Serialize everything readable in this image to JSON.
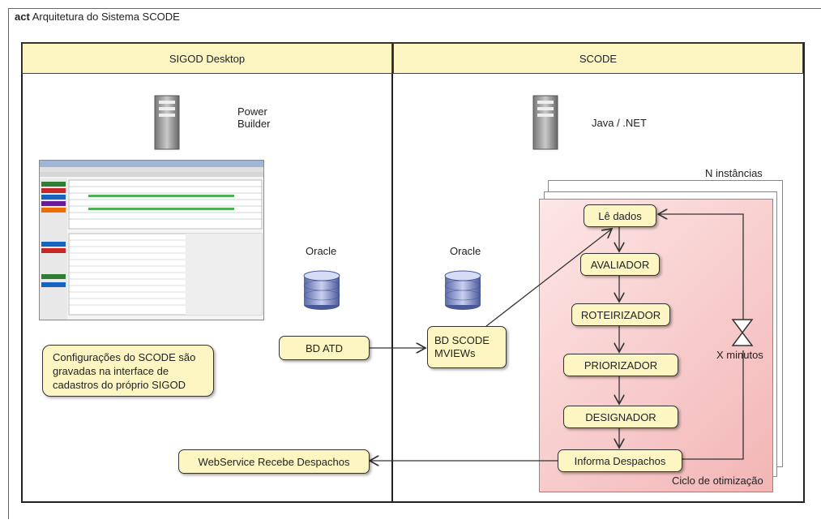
{
  "diagram": {
    "frame_keyword": "act",
    "frame_title": "Arquitetura do Sistema SCODE",
    "lanes": [
      {
        "name": "SIGOD Desktop"
      },
      {
        "name": "SCODE"
      }
    ],
    "labels": {
      "power_builder": "Power\nBuilder",
      "java_net": "Java / .NET",
      "oracle_left": "Oracle",
      "oracle_right": "Oracle",
      "n_instancias": "N instâncias",
      "x_minutos": "X minutos",
      "ciclo": "Ciclo de otimização"
    },
    "nodes": {
      "bd_atd": "BD ATD",
      "bd_scode": "BD SCODE\nMVIEWs",
      "le_dados": "Lê dados",
      "avaliador": "AVALIADOR",
      "roteirizador": "ROTEIRIZADOR",
      "priorizador": "PRIORIZADOR",
      "designador": "DESIGNADOR",
      "informa": "Informa Despachos",
      "webservice": "WebService Recebe Despachos"
    },
    "note": "Configurações do SCODE são\ngravadas na interface de\ncadastros do próprio SIGOD",
    "colors": {
      "node_fill": "#fdf6c3",
      "cycle_fill": "#f7c9c9",
      "lane_header": "#fdf6c3"
    }
  }
}
